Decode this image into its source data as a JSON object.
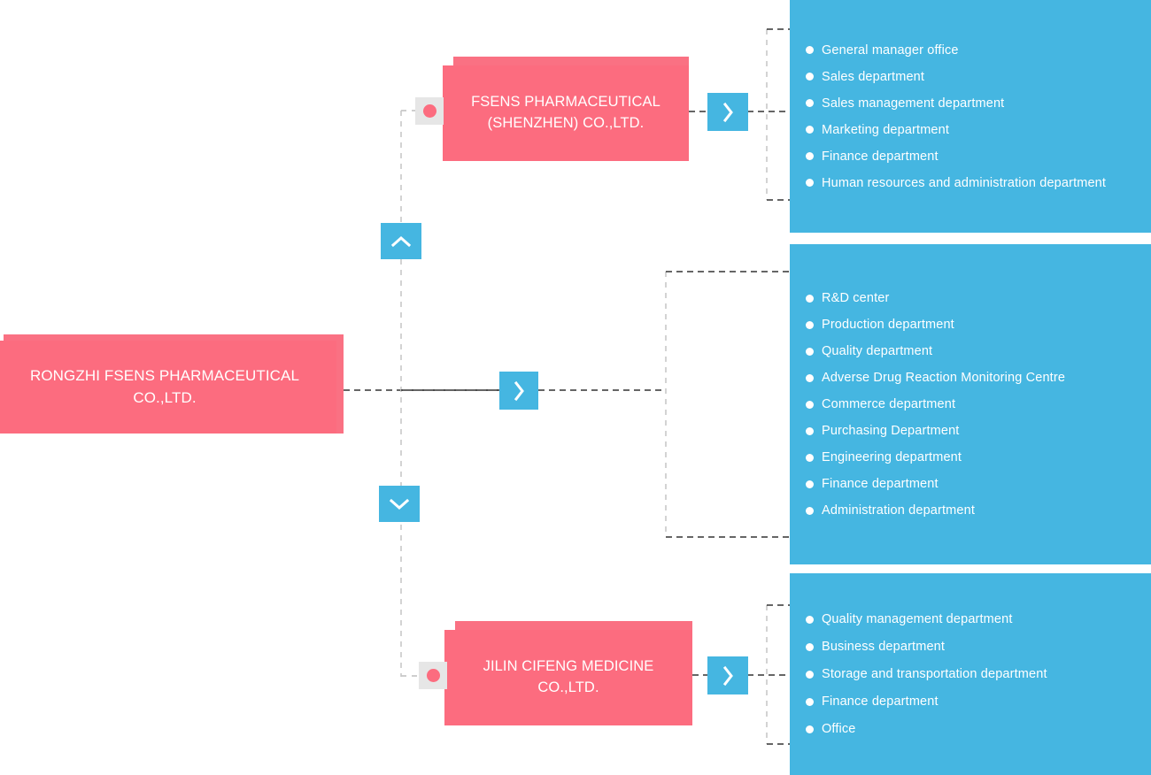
{
  "diagram": {
    "title": "Rongzhi Fsens Pharmaceutical organizational structure",
    "colors": {
      "company_pink": "#fc6c7f",
      "company_pink_shadow": "#fa7183",
      "department_blue": "#45b6e1",
      "connector_dark": "#333333",
      "connector_gray": "#c8c8c8",
      "handle_gray": "#e6e6e6",
      "text_white": "#ffffff"
    }
  },
  "root": {
    "name": "root-company-node",
    "label": "RONGZHI FSENS PHARMACEUTICAL CO.,LTD."
  },
  "toggles": {
    "expand_up": "chevron-up",
    "expand_down": "chevron-down",
    "expand_right": "chevron-right"
  },
  "branches": [
    {
      "id": "fsens-shenzhen",
      "company": "FSENS PHARMACEUTICAL (SHENZHEN) CO.,LTD.",
      "departments": [
        "General manager office",
        "Sales department",
        "Sales management department",
        "Marketing department",
        "Finance department",
        "Human resources and administration department"
      ]
    },
    {
      "id": "rongzhi-main",
      "company": "",
      "departments": [
        "R&D center",
        "Production department",
        "Quality department",
        "Adverse Drug Reaction Monitoring Centre",
        "Commerce department",
        "Purchasing Department",
        "Engineering department",
        "Finance department",
        "Administration department"
      ]
    },
    {
      "id": "jilin-cifeng",
      "company": "JILIN CIFENG MEDICINE CO.,LTD.",
      "departments": [
        "Quality management department",
        "Business department",
        "Storage and transportation department",
        "Finance department",
        "Office"
      ]
    }
  ]
}
